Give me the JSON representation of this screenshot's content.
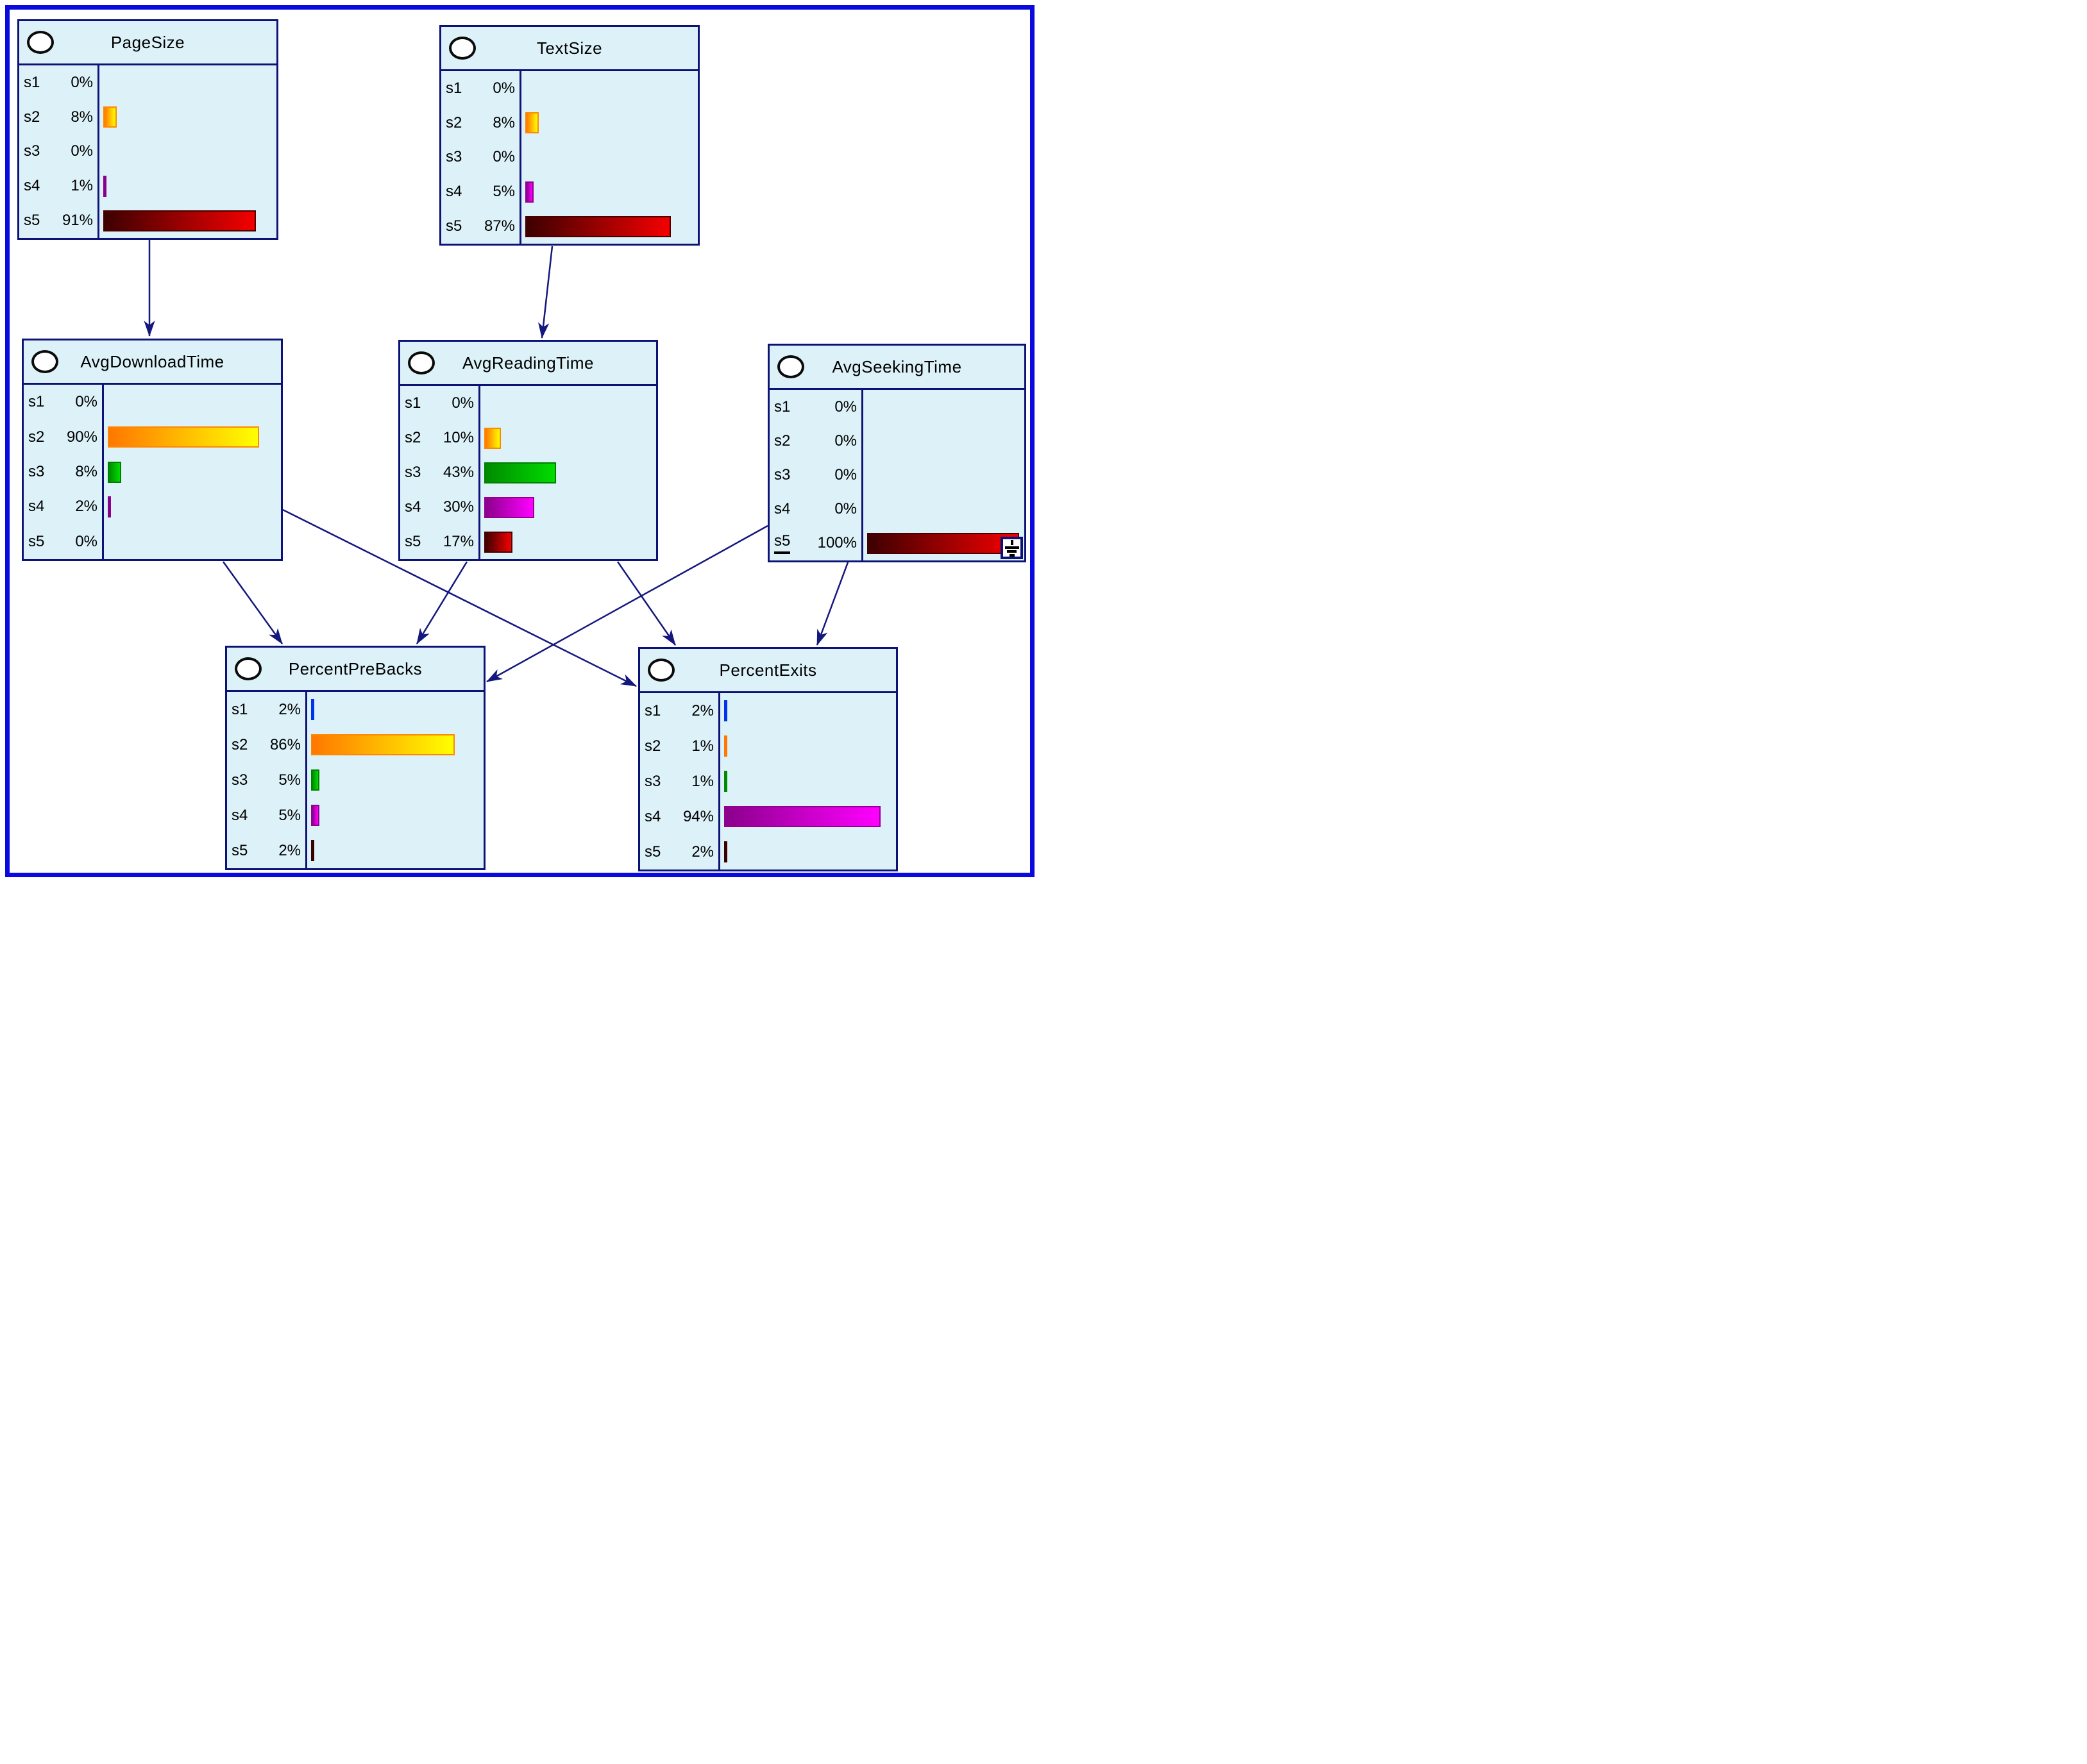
{
  "diagram": {
    "type": "bayesian-network",
    "palette": {
      "frame": "#0a0ae0",
      "node_fill": "#dcf2f8",
      "node_border": "#0d1277",
      "edge": "#14177e",
      "text": "#000000"
    },
    "state_colors": {
      "s1": {
        "from": "#0033ee",
        "to": "#0033ee",
        "border": "#0033ee"
      },
      "s2": {
        "from": "#ff7700",
        "to": "#ffff00",
        "border": "#ff8800"
      },
      "s3": {
        "from": "#008a00",
        "to": "#00dc00",
        "border": "#008000"
      },
      "s4": {
        "from": "#8b008b",
        "to": "#ff00ff",
        "border": "#910091"
      },
      "s5": {
        "from": "#3d0000",
        "to": "#f40000",
        "border": "#4a0000"
      }
    }
  },
  "nodes": [
    {
      "id": "pagesize",
      "title": "PageSize",
      "states": [
        {
          "label": "s1",
          "pct": "0%",
          "value": 0
        },
        {
          "label": "s2",
          "pct": "8%",
          "value": 8
        },
        {
          "label": "s3",
          "pct": "0%",
          "value": 0
        },
        {
          "label": "s4",
          "pct": "1%",
          "value": 1
        },
        {
          "label": "s5",
          "pct": "91%",
          "value": 91
        }
      ]
    },
    {
      "id": "textsize",
      "title": "TextSize",
      "states": [
        {
          "label": "s1",
          "pct": "0%",
          "value": 0
        },
        {
          "label": "s2",
          "pct": "8%",
          "value": 8
        },
        {
          "label": "s3",
          "pct": "0%",
          "value": 0
        },
        {
          "label": "s4",
          "pct": "5%",
          "value": 5
        },
        {
          "label": "s5",
          "pct": "87%",
          "value": 87
        }
      ]
    },
    {
      "id": "avgdownloadtime",
      "title": "AvgDownloadTime",
      "states": [
        {
          "label": "s1",
          "pct": "0%",
          "value": 0
        },
        {
          "label": "s2",
          "pct": "90%",
          "value": 90
        },
        {
          "label": "s3",
          "pct": "8%",
          "value": 8
        },
        {
          "label": "s4",
          "pct": "2%",
          "value": 2
        },
        {
          "label": "s5",
          "pct": "0%",
          "value": 0
        }
      ]
    },
    {
      "id": "avgreadingtime",
      "title": "AvgReadingTime",
      "states": [
        {
          "label": "s1",
          "pct": "0%",
          "value": 0
        },
        {
          "label": "s2",
          "pct": "10%",
          "value": 10
        },
        {
          "label": "s3",
          "pct": "43%",
          "value": 43
        },
        {
          "label": "s4",
          "pct": "30%",
          "value": 30
        },
        {
          "label": "s5",
          "pct": "17%",
          "value": 17
        }
      ]
    },
    {
      "id": "avgseekingtime",
      "title": "AvgSeekingTime",
      "evidence_state": "s5",
      "finding_icon": true,
      "states": [
        {
          "label": "s1",
          "pct": "0%",
          "value": 0
        },
        {
          "label": "s2",
          "pct": "0%",
          "value": 0
        },
        {
          "label": "s3",
          "pct": "0%",
          "value": 0
        },
        {
          "label": "s4",
          "pct": "0%",
          "value": 0
        },
        {
          "label": "s5",
          "pct": "100%",
          "value": 100
        }
      ]
    },
    {
      "id": "percentprebacks",
      "title": "PercentPreBacks",
      "states": [
        {
          "label": "s1",
          "pct": "2%",
          "value": 2
        },
        {
          "label": "s2",
          "pct": "86%",
          "value": 86
        },
        {
          "label": "s3",
          "pct": "5%",
          "value": 5
        },
        {
          "label": "s4",
          "pct": "5%",
          "value": 5
        },
        {
          "label": "s5",
          "pct": "2%",
          "value": 2
        }
      ]
    },
    {
      "id": "percentexits",
      "title": "PercentExits",
      "states": [
        {
          "label": "s1",
          "pct": "2%",
          "value": 2
        },
        {
          "label": "s2",
          "pct": "1%",
          "value": 1
        },
        {
          "label": "s3",
          "pct": "1%",
          "value": 1
        },
        {
          "label": "s4",
          "pct": "94%",
          "value": 94
        },
        {
          "label": "s5",
          "pct": "2%",
          "value": 2
        }
      ]
    }
  ],
  "edges": [
    {
      "from": "pagesize",
      "to": "avgdownloadtime"
    },
    {
      "from": "textsize",
      "to": "avgreadingtime"
    },
    {
      "from": "avgdownloadtime",
      "to": "percentprebacks"
    },
    {
      "from": "avgdownloadtime",
      "to": "percentexits"
    },
    {
      "from": "avgreadingtime",
      "to": "percentprebacks"
    },
    {
      "from": "avgreadingtime",
      "to": "percentexits"
    },
    {
      "from": "avgseekingtime",
      "to": "percentprebacks"
    },
    {
      "from": "avgseekingtime",
      "to": "percentexits"
    }
  ]
}
